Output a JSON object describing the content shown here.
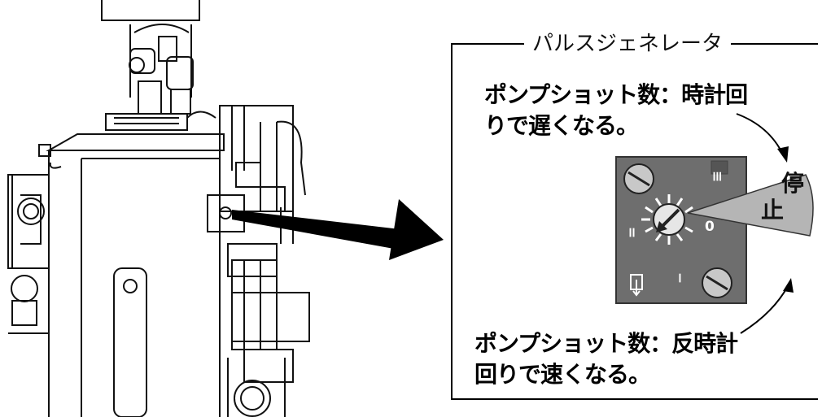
{
  "frame": {
    "title": "パルスジェネレータ"
  },
  "notes": {
    "clockwise": "ポンプショット数：時計回りで遅くなる。",
    "counterclockwise": "ポンプショット数：反時計回りで速くなる。"
  },
  "dial": {
    "stop_label_1": "停",
    "stop_label_2": "止",
    "marks": {
      "three": "≡",
      "two": "=",
      "one": "−",
      "zero": "0"
    },
    "panel_color": "#6e6e6e",
    "stop_sector_color": "#b5b5b5"
  },
  "colors": {
    "line": "#000000",
    "background": "#ffffff"
  }
}
